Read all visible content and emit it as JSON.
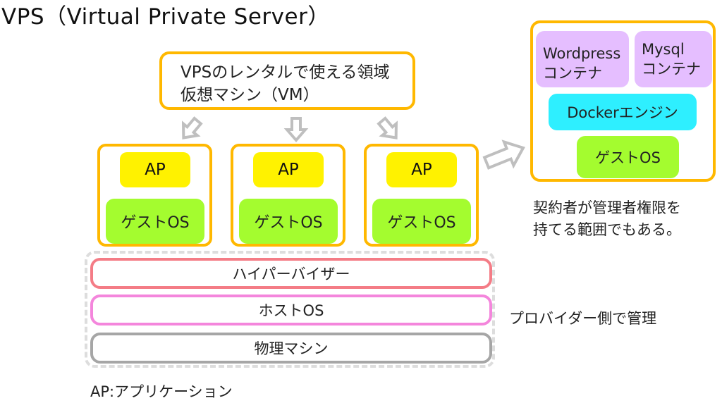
{
  "title": "VPS（Virtual Private Server）",
  "vm_note": {
    "line1": "VPSのレンタルで使える領域",
    "line2": "仮想マシン（VM）"
  },
  "vms": [
    {
      "app": "AP",
      "guest_os": "ゲストOS"
    },
    {
      "app": "AP",
      "guest_os": "ゲストOS"
    },
    {
      "app": "AP",
      "guest_os": "ゲストOS"
    }
  ],
  "layers": {
    "hypervisor": "ハイパーバイザー",
    "host_os": "ホストOS",
    "physical": "物理マシン"
  },
  "provider_note": "プロバイダー側で管理",
  "docker_detail": {
    "wordpress": {
      "line1": "Wordpress",
      "line2": "コンテナ"
    },
    "mysql": {
      "line1": "Mysql",
      "line2": "コンテナ"
    },
    "engine": "Dockerエンジン",
    "guest_os": "ゲストOS"
  },
  "contract_note": {
    "line1": "契約者が管理者権限を",
    "line2": "持てる範囲でもある。"
  },
  "legend": "AP:アプリケーション",
  "colors": {
    "vm_border": "#FFB800",
    "app": "#FFF200",
    "guest_os": "#A4FC2F",
    "container": "#E5BEFF",
    "docker_engine": "#2EEFFF",
    "hypervisor_border": "#F47C86",
    "host_os_border": "#F486DC",
    "physical_border": "#A6A6A6",
    "provider_border": "#DDDDDD",
    "arrow": "#BFBFBF"
  }
}
